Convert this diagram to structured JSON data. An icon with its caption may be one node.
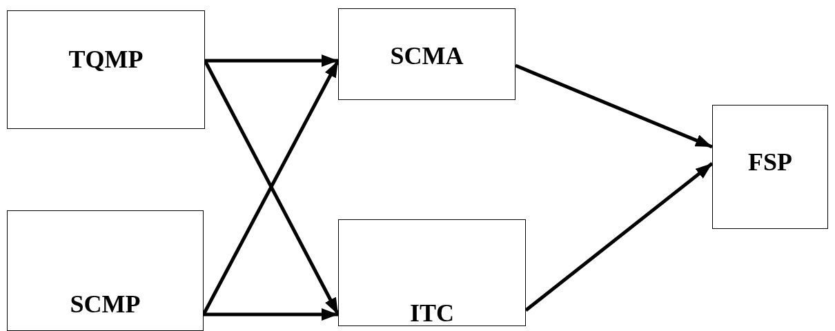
{
  "diagram": {
    "nodes": [
      {
        "text": [
          "TQMP"
        ]
      },
      {
        "text": [
          "SCMP"
        ]
      },
      {
        "text": [
          "SCMA"
        ]
      },
      {
        "text": [
          "ITC"
        ]
      },
      {
        "text": [
          "FSP"
        ]
      }
    ],
    "edges": [
      {
        "from": 0,
        "to": 2,
        "arrow": "to"
      },
      {
        "from": 0,
        "to": 3,
        "arrow": "to"
      },
      {
        "from": 1,
        "to": 2,
        "arrow": "to"
      },
      {
        "from": 1,
        "to": 3,
        "arrow": "to"
      },
      {
        "from": 2,
        "to": 4,
        "arrow": "to"
      },
      {
        "from": 3,
        "to": 4,
        "arrow": "to"
      }
    ]
  }
}
